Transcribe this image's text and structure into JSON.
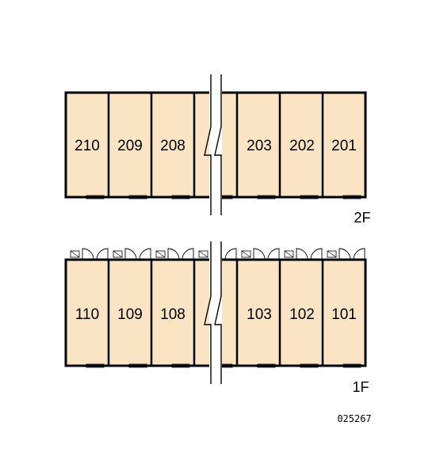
{
  "floors": [
    {
      "label": "2F",
      "units": [
        "210",
        "209",
        "208",
        "203",
        "202",
        "201"
      ]
    },
    {
      "label": "1F",
      "units": [
        "110",
        "109",
        "108",
        "103",
        "102",
        "101"
      ]
    }
  ],
  "plan_code": "025267",
  "colors": {
    "unit_fill": "#fae4c4",
    "wall": "#000000",
    "fixture": "#ffffff"
  }
}
